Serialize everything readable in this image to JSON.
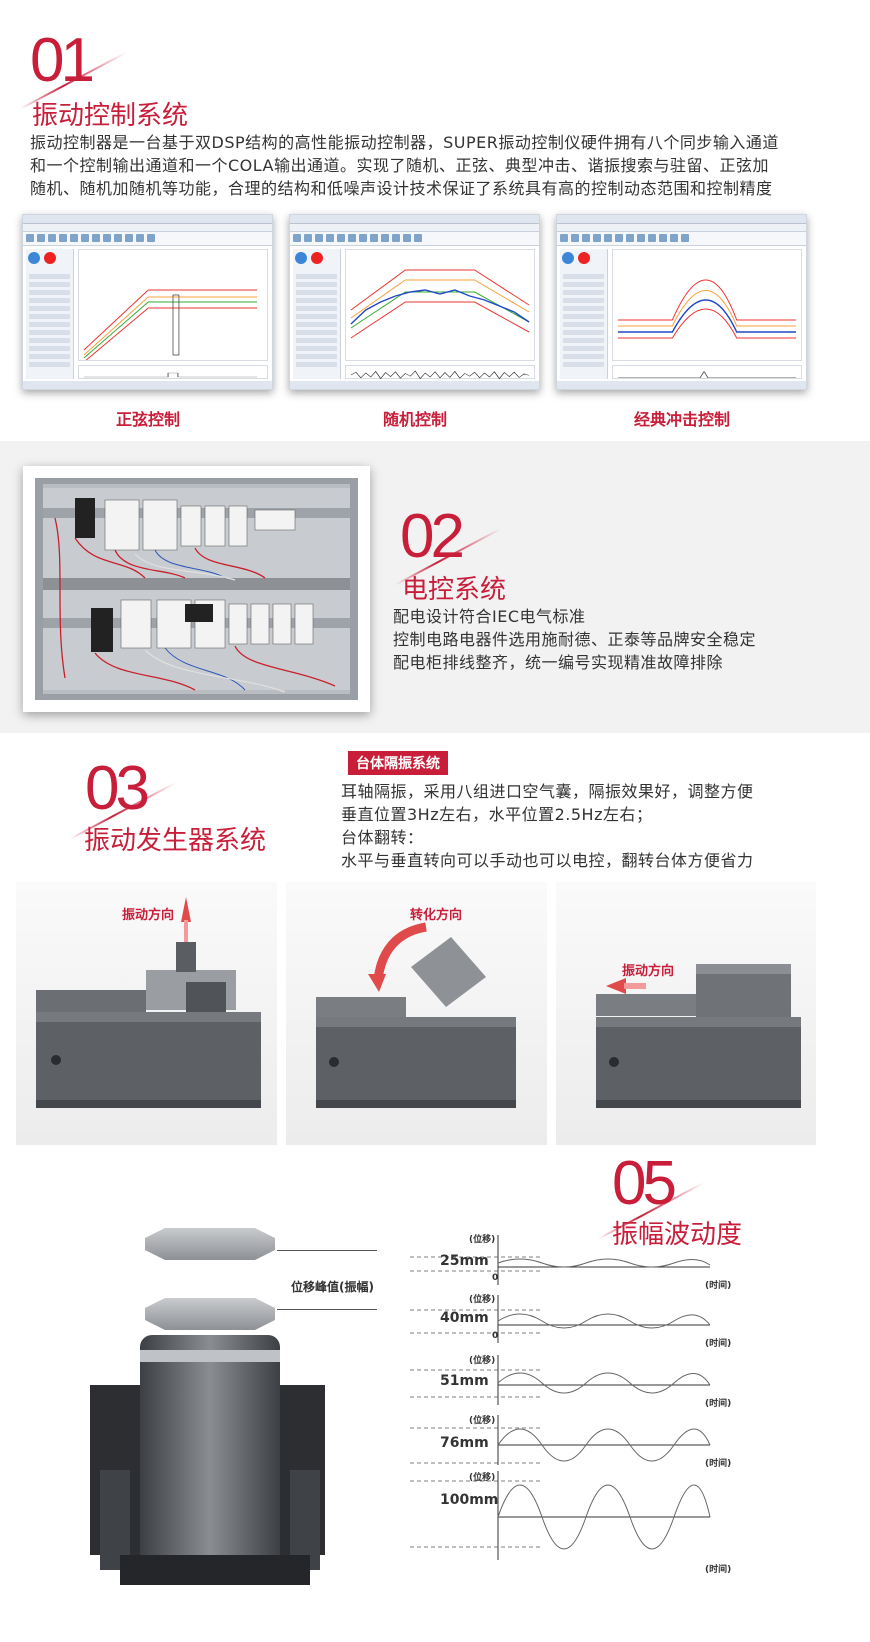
{
  "sec1": {
    "num": "01",
    "title": "振动控制系统",
    "lines": [
      "振动控制器是一台基于双DSP结构的高性能振动控制器，SUPER振动控制仪硬件拥有八个同步输入通道",
      "和一个控制输出通道和一个COLA输出通道。实现了随机、正弦、典型冲击、谐振搜索与驻留、正弦加",
      "随机、随机加随机等功能，合理的结构和低噪声设计技术保证了系统具有高的控制动态范围和控制精度"
    ],
    "captions": [
      "正弦控制",
      "随机控制",
      "经典冲击控制"
    ]
  },
  "sec2": {
    "num": "02",
    "title": "电控系统",
    "lines": [
      "配电设计符合IEC电气标准",
      "控制电路电器件选用施耐德、正泰等品牌安全稳定",
      "配电柜排线整齐，统一编号实现精准故障排除"
    ]
  },
  "sec3": {
    "num": "03",
    "title": "振动发生器系统",
    "tag": "台体隔振系统",
    "lines": [
      "耳轴隔振，采用八组进口空气囊，隔振效果好，调整方便",
      "垂直位置3Hz左右，水平位置2.5Hz左右；",
      "台体翻转：",
      "水平与垂直转向可以手动也可以电控，翻转台体方便省力"
    ],
    "photo_labels": [
      "振动方向",
      "转化方向",
      "振动方向"
    ]
  },
  "sec5": {
    "num": "05",
    "title": "振幅波动度",
    "peak_label": "位移峰值(振幅)",
    "y_axis": "(位移)",
    "x_axis": "(时间)",
    "origin": "0",
    "amplitudes": [
      "25mm",
      "40mm",
      "51mm",
      "76mm",
      "100mm"
    ]
  },
  "colors": {
    "accent": "#c81e3a",
    "band": "#f2f2f2"
  }
}
